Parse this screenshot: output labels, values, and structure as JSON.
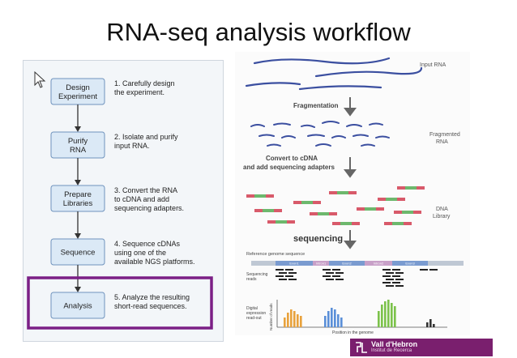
{
  "slide": {
    "title": "RNA-seq analysis workflow"
  },
  "workflow": {
    "steps": [
      {
        "label_lines": [
          "Design",
          "Experiment"
        ],
        "desc_lines": [
          "1. Carefully design",
          "the experiment."
        ]
      },
      {
        "label_lines": [
          "Purify",
          "RNA"
        ],
        "desc_lines": [
          "2. Isolate and purify",
          "input RNA."
        ]
      },
      {
        "label_lines": [
          "Prepare",
          "Libraries"
        ],
        "desc_lines": [
          "3. Convert the RNA",
          "to cDNA and add",
          "sequencing adapters."
        ]
      },
      {
        "label_lines": [
          "Sequence"
        ],
        "desc_lines": [
          "4. Sequence cDNAs",
          "using one of the",
          "available NGS platforms."
        ]
      },
      {
        "label_lines": [
          "Analysis"
        ],
        "desc_lines": [
          "5. Analyze the resulting",
          "short-read sequences."
        ]
      }
    ],
    "highlight_step": 4
  },
  "process": {
    "input_label": "Input RNA",
    "fragmentation_label": "Fragmentation",
    "fragmented_label_lines": [
      "Fragmented",
      "RNA"
    ],
    "convert_label_lines": [
      "Convert to cDNA",
      "and add sequencing adapters"
    ],
    "library_label_lines": [
      "DNA",
      "Library"
    ],
    "sequencing_label": "sequencing",
    "genome_label": "Reference genome sequence",
    "exons": [
      "Exon1",
      "Intron1",
      "Exon2",
      "Intron2",
      "Exon3"
    ],
    "reads_label_lines": [
      "Sequencing",
      "reads"
    ],
    "expression_label_lines": [
      "Digital",
      "expression",
      "read-out"
    ],
    "yaxis_label": "Number of reads",
    "xaxis_label": "Position in the genome"
  },
  "footer": {
    "logo_text": "Vall d'Hebron",
    "logo_subtext": "Institut de Recerca"
  },
  "colors": {
    "step_fill": "#dbe9f6",
    "step_border": "#6f93bd",
    "highlight": "#7b1f86",
    "rna": "#3b4fa0",
    "adapter_red": "#d85a6a",
    "adapter_green": "#6db86d",
    "exon_blue": "#7a9bd0",
    "bar_orange": "#e8a23c",
    "bar_blue": "#5a8fd8",
    "bar_green": "#7cc24a",
    "logo": "#7a1f6e"
  }
}
